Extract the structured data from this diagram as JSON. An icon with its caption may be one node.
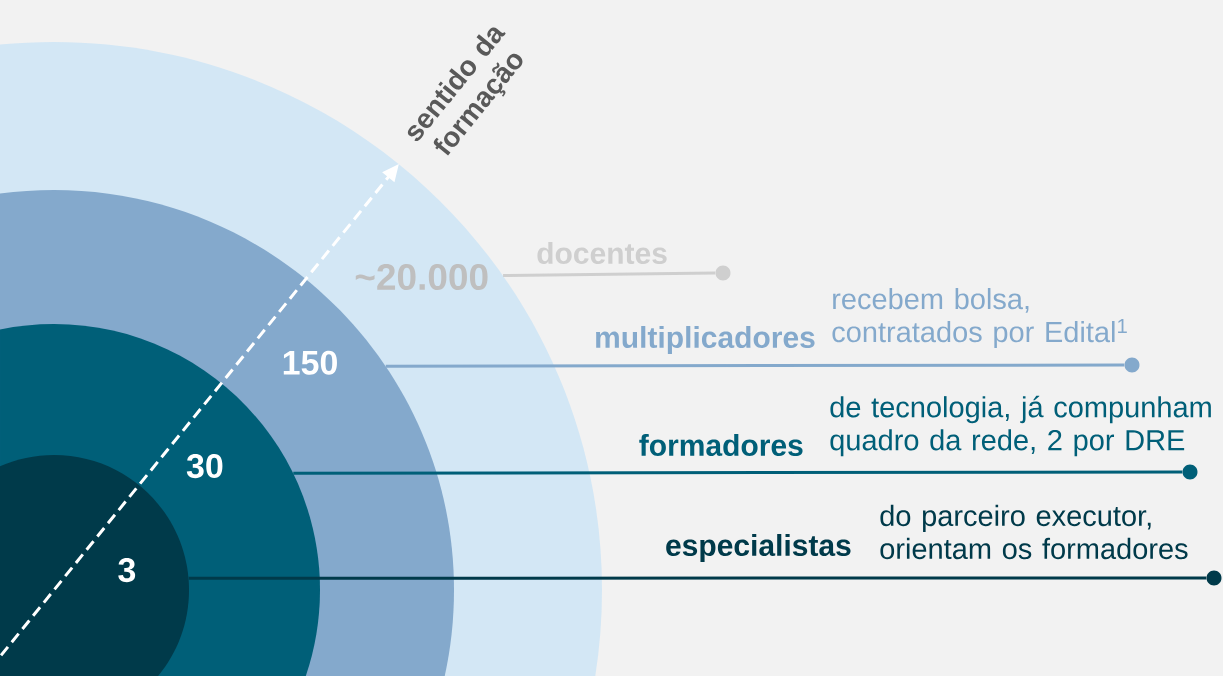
{
  "diagram": {
    "nodes": [
      {
        "text": [
          "~20.000"
        ]
      },
      {
        "text": [
          "150"
        ],
        "in": 0
      },
      {
        "text": [
          "30"
        ],
        "in": 1
      },
      {
        "text": [
          "3"
        ],
        "in": 2
      },
      {
        "text": [],
        "shape": "circle"
      },
      {
        "text": [],
        "shape": "circle"
      },
      {
        "text": [],
        "shape": "circle"
      },
      {
        "text": [],
        "shape": "circle"
      }
    ],
    "edges": [
      {
        "from": 0,
        "to": 4,
        "arrow": "none",
        "label": "docentes",
        "color": "#cfcfcf"
      },
      {
        "from": 1,
        "to": 5,
        "arrow": "none",
        "label": "multiplicadores",
        "color": "#84a9cc"
      },
      {
        "from": 2,
        "to": 6,
        "arrow": "none",
        "label": "formadores",
        "color": "#005f78"
      },
      {
        "from": 3,
        "to": 7,
        "arrow": "none",
        "label": "especialistas",
        "color": "#003a4a"
      },
      {
        "from": 3,
        "to": 0,
        "arrow": "to",
        "style": "dashed",
        "color": "#ffffff"
      }
    ],
    "labels": [
      "sentido da formação",
      "recebem bolsa, contratados por Edital$^{1}$",
      "de tecnologia, já compunham quadro da rede, 2 por DRE",
      "do parceiro executor, orientam os formadores"
    ]
  }
}
